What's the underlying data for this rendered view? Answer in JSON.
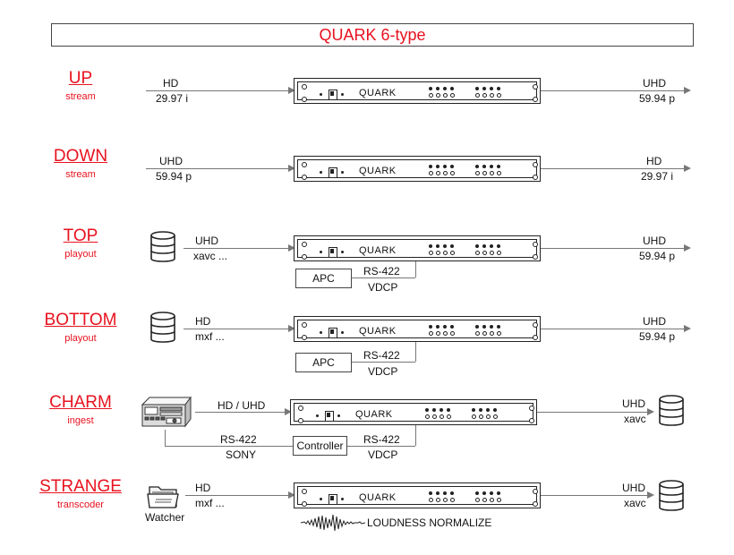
{
  "title": "QUARK  6-type",
  "device_label": "QUARK",
  "rows": {
    "up": {
      "name": "UP",
      "sub": "stream",
      "in_top": "HD",
      "in_bot": "29.97 i",
      "out_top": "UHD",
      "out_bot": "59.94 p"
    },
    "down": {
      "name": "DOWN",
      "sub": "stream",
      "in_top": "UHD",
      "in_bot": "59.94 p",
      "out_top": "HD",
      "out_bot": "29.97 i"
    },
    "top": {
      "name": "TOP",
      "sub": "playout",
      "in_top": "UHD",
      "in_bot": "xavc ...",
      "out_top": "UHD",
      "out_bot": "59.94 p",
      "ctrl": "APC",
      "link_top": "RS-422",
      "link_bot": "VDCP"
    },
    "bottom": {
      "name": "BOTTOM",
      "sub": "playout",
      "in_top": "HD",
      "in_bot": "mxf ...",
      "out_top": "UHD",
      "out_bot": "59.94 p",
      "ctrl": "APC",
      "link_top": "RS-422",
      "link_bot": "VDCP"
    },
    "charm": {
      "name": "CHARM",
      "sub": "ingest",
      "in_top": "HD / UHD",
      "out_top": "UHD",
      "out_bot": "xavc",
      "ctrl": "Controller",
      "link_left_top": "RS-422",
      "link_left_bot": "SONY",
      "link_right_top": "RS-422",
      "link_right_bot": "VDCP"
    },
    "strange": {
      "name": "STRANGE",
      "sub": "transcoder",
      "in_top": "HD",
      "in_bot": "mxf ...",
      "watcher": "Watcher",
      "out_top": "UHD",
      "out_bot": "xavc",
      "note": "LOUDNESS NORMALIZE"
    }
  },
  "colors": {
    "accent": "#e8121f",
    "line": "#777777"
  },
  "icons": [
    "database-icon",
    "folder-icon",
    "vtr-deck-icon",
    "waveform-icon"
  ]
}
